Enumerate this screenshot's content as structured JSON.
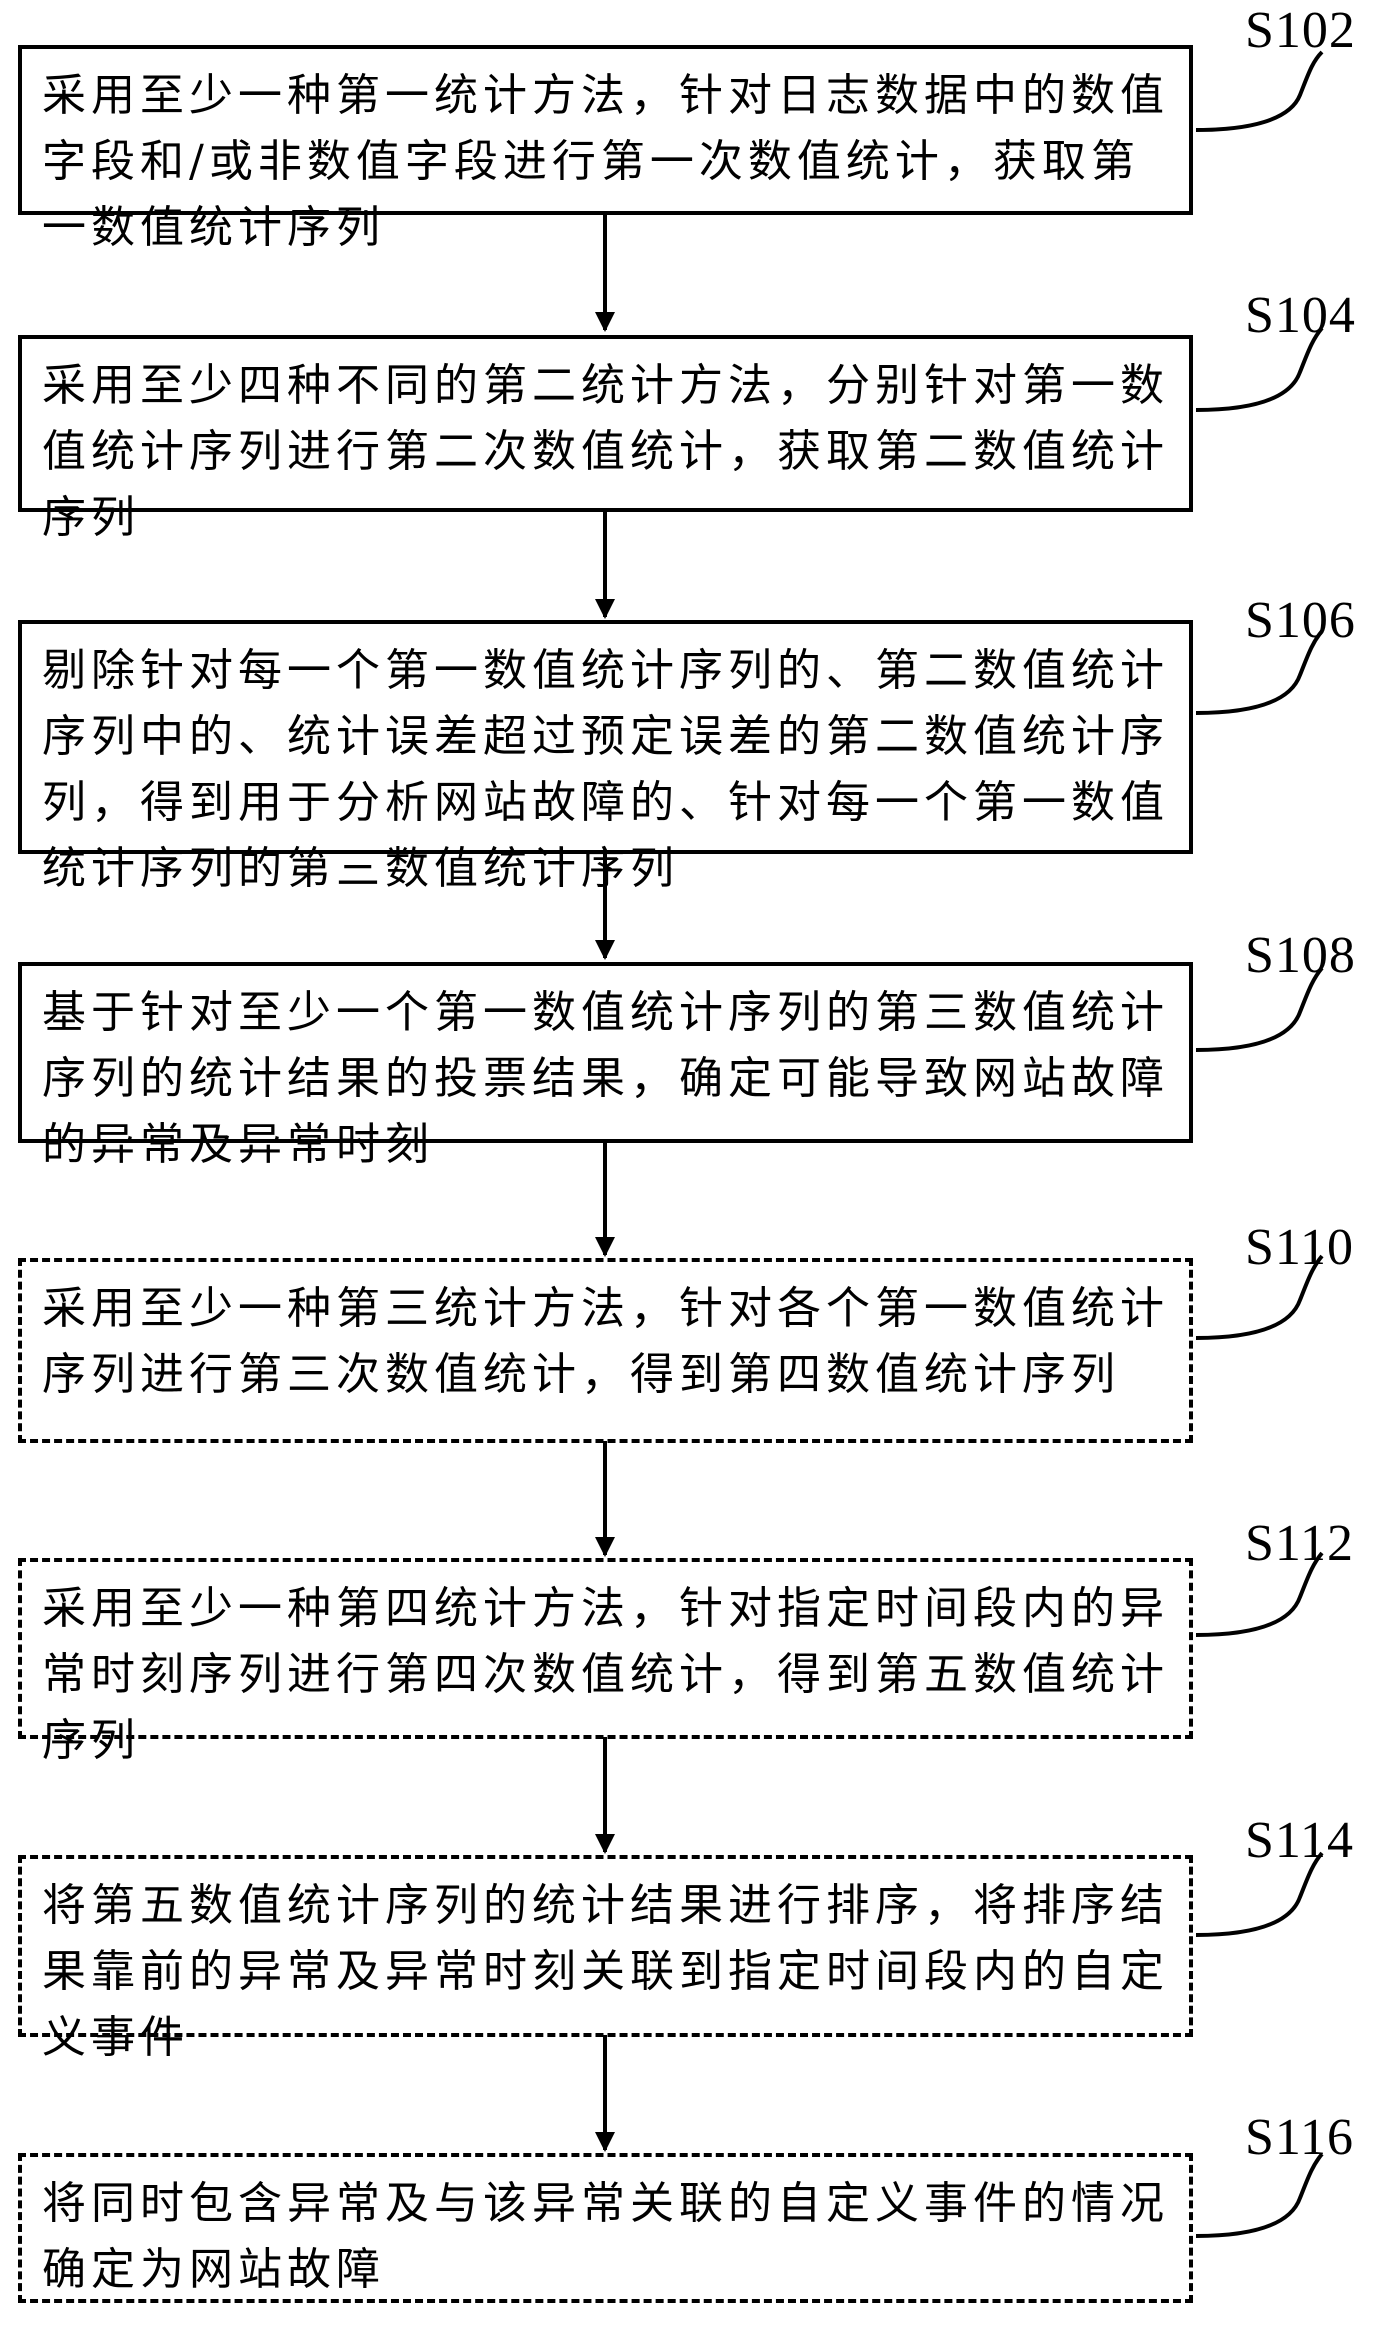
{
  "steps": [
    {
      "id": "S102",
      "label": "S102",
      "text": "采用至少一种第一统计方法，针对日志数据中的数值字段和/或非数值字段进行第一次数值统计，获取第一数值统计序列",
      "border": "solid"
    },
    {
      "id": "S104",
      "label": "S104",
      "text": "采用至少四种不同的第二统计方法，分别针对第一数值统计序列进行第二次数值统计，获取第二数值统计序列",
      "border": "solid"
    },
    {
      "id": "S106",
      "label": "S106",
      "text": "剔除针对每一个第一数值统计序列的、第二数值统计序列中的、统计误差超过预定误差的第二数值统计序列，得到用于分析网站故障的、针对每一个第一数值统计序列的第三数值统计序列",
      "border": "solid"
    },
    {
      "id": "S108",
      "label": "S108",
      "text": "基于针对至少一个第一数值统计序列的第三数值统计序列的统计结果的投票结果，确定可能导致网站故障的异常及异常时刻",
      "border": "solid"
    },
    {
      "id": "S110",
      "label": "S110",
      "text": "采用至少一种第三统计方法，针对各个第一数值统计序列进行第三次数值统计，得到第四数值统计序列",
      "border": "dashed"
    },
    {
      "id": "S112",
      "label": "S112",
      "text": "采用至少一种第四统计方法，针对指定时间段内的异常时刻序列进行第四次数值统计，得到第五数值统计序列",
      "border": "dashed"
    },
    {
      "id": "S114",
      "label": "S114",
      "text": "将第五数值统计序列的统计结果进行排序，将排序结果靠前的异常及异常时刻关联到指定时间段内的自定义事件",
      "border": "dashed"
    },
    {
      "id": "S116",
      "label": "S116",
      "text": "将同时包含异常及与该异常关联的自定义事件的情况确定为网站故障",
      "border": "dashed"
    }
  ]
}
